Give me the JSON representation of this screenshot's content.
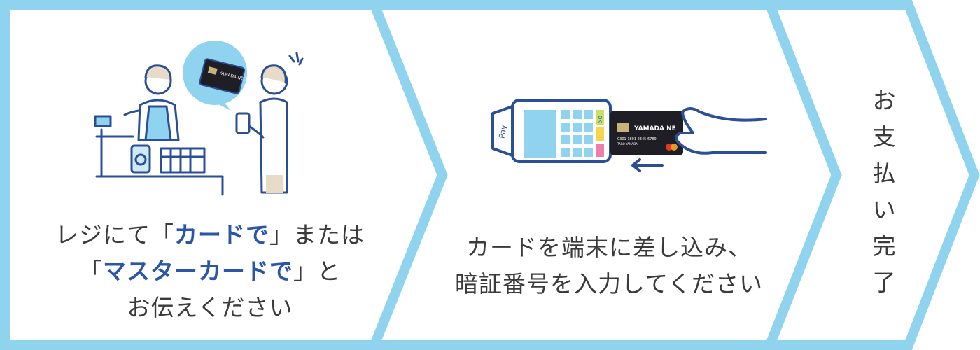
{
  "colors": {
    "border": "#8fd3ee",
    "line": "#2b4f96",
    "highlight": "#2a55a8",
    "bubble": "#8fd3ee",
    "text": "#3a3a3a"
  },
  "step1": {
    "line1_pre": "レジにて「",
    "line1_hl": "カードで",
    "line1_post": "」または",
    "line2_pre": "「",
    "line2_hl": "マスターカードで",
    "line2_post": "」と",
    "line3": "お伝えください",
    "card_brand": "YAMADA NEO"
  },
  "step2": {
    "line1": "カードを端末に差し込み、",
    "line2": "暗証番号を入力してください",
    "terminal_pay_label": "Pay",
    "terminal_ok_label": "OK",
    "card_brand": "YAMADA NE",
    "card_number": "0301 1801 2345 6789",
    "card_name": "TARO YAMADA"
  },
  "step3": {
    "text": "お支払い完了"
  }
}
